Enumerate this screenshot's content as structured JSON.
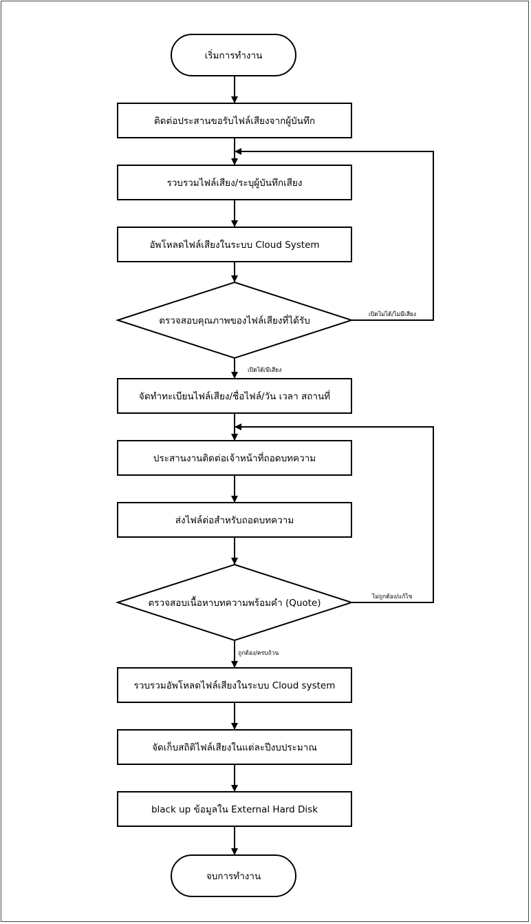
{
  "flowchart": {
    "start": "เริ่มการทำงาน",
    "steps": [
      "ติดต่อประสานขอรับไฟล์เสียงจากผู้บันทึก",
      "รวบรวมไฟล์เสียง/ระบุผู้บันทึกเสียง",
      "อัพโหลดไฟล์เสียงในระบบ Cloud System",
      "จัดทำทะเบียนไฟล์เสียง/ชื่อไฟล์/วัน เวลา สถานที่",
      "ประสานงานติดต่อเจ้าหน้าที่ถอดบทความ",
      "ส่งไฟล์ต่อสำหรับถอดบทความ",
      "รวบรวมอัพโหลดไฟล์เสียงในระบบ Cloud system",
      "จัดเก็บสถิติไฟล์เสียงในแต่ละปีงบประมาณ",
      "black up ข้อมูลใน External Hard Disk"
    ],
    "decisions": [
      {
        "text": "ตรวจสอบคุณภาพของไฟล์เสียงที่ได้รับ",
        "no_label": "เปิดไม่ได้/ไม่มีเสียง",
        "yes_label": "เปิดได้/มีเสียง"
      },
      {
        "text": "ตรวจสอบเนื้อหาบทความพร้อมคำ (Quote)",
        "no_label": "ไม่ถูกต้อง/แก้ไข",
        "yes_label": "ถูกต้อง/ครบถ้วน"
      }
    ],
    "end": "จบการทำงาน"
  }
}
